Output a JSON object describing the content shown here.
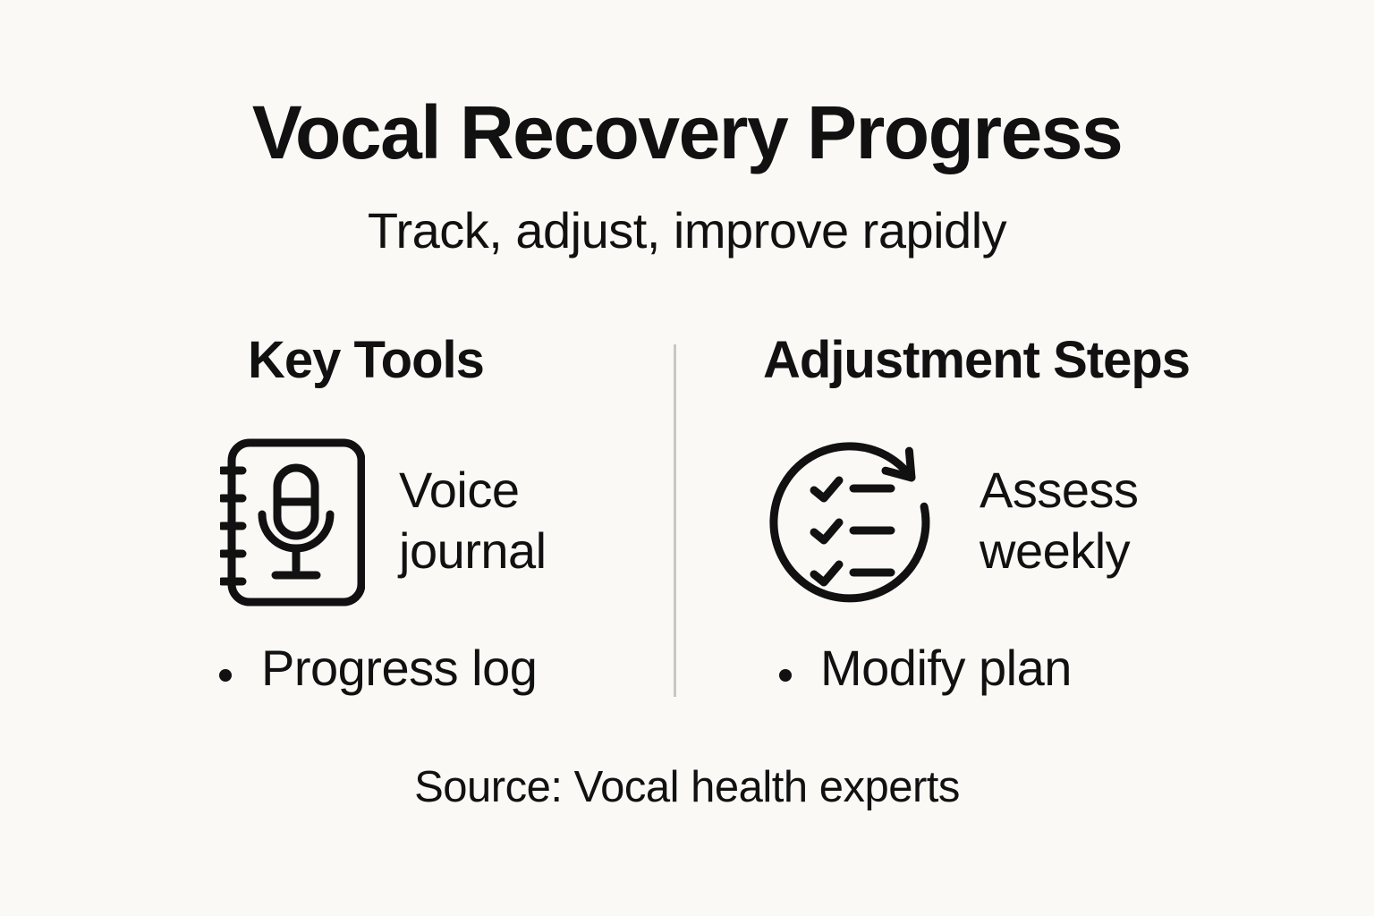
{
  "header": {
    "title": "Vocal Recovery Progress",
    "subtitle": "Track, adjust, improve rapidly"
  },
  "columns": [
    {
      "heading": "Key Tools",
      "icon": "voice-journal-icon",
      "icon_label": "Voice journal",
      "bullet": "Progress log"
    },
    {
      "heading": "Adjustment Steps",
      "icon": "assess-cycle-icon",
      "icon_label": "Assess weekly",
      "bullet": "Modify plan"
    }
  ],
  "footer": {
    "source": "Source: Vocal health experts"
  },
  "colors": {
    "background": "#FAF9F6",
    "text": "#111111",
    "divider": "#C9C8C4"
  }
}
